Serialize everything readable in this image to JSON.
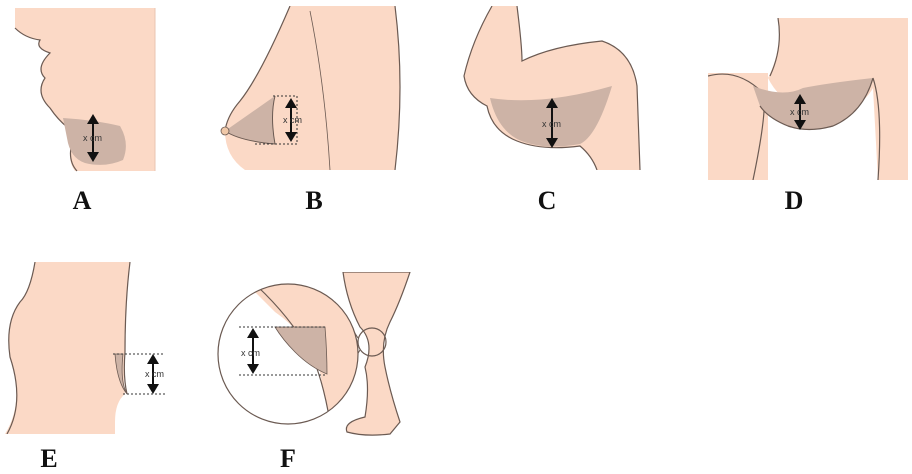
{
  "measure_label": "x cm",
  "panels": [
    {
      "letter": "A"
    },
    {
      "letter": "B"
    },
    {
      "letter": "C"
    },
    {
      "letter": "D"
    },
    {
      "letter": "E"
    },
    {
      "letter": "F"
    }
  ],
  "colors": {
    "skin": "#fbd9c6",
    "skin_outline": "#6b5a52",
    "fat": "#cdb3a6",
    "arrow": "#111111"
  }
}
